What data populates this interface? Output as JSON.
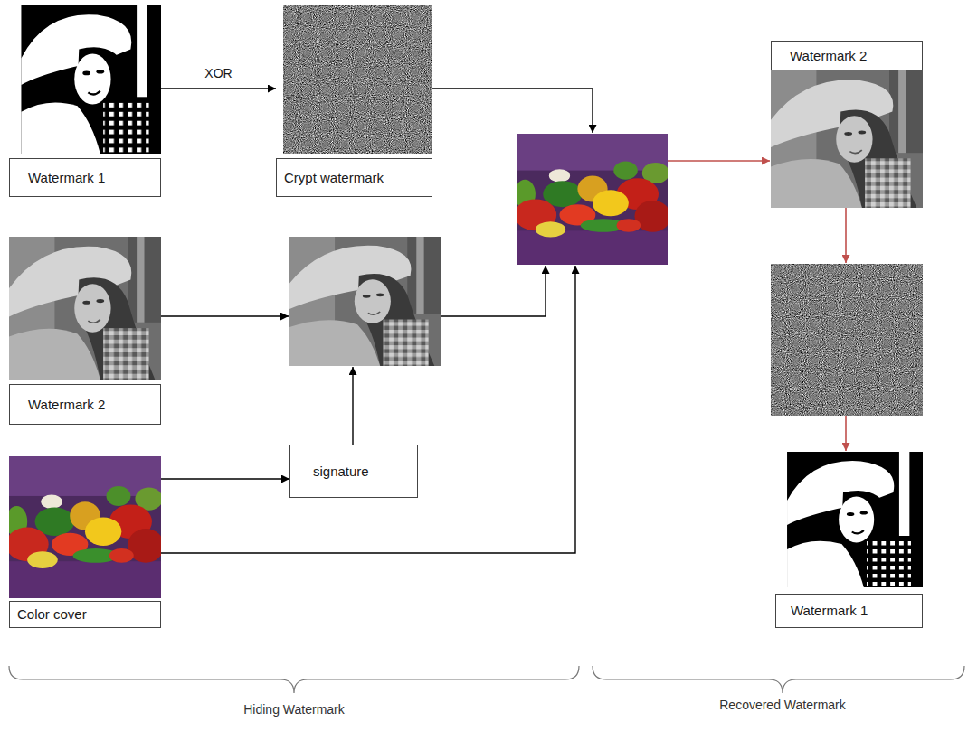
{
  "diagram": {
    "nodes": [
      {
        "text": [
          "Watermark 1"
        ]
      },
      {
        "text": [
          "Crypt watermark"
        ]
      },
      {
        "text": [
          "Watermark 2"
        ]
      },
      {
        "text": [
          "Watermark 2"
        ]
      },
      {
        "text": [
          "signature"
        ]
      },
      {
        "text": [
          "Color cover"
        ]
      },
      {
        "text": [
          "Watermark 1"
        ]
      }
    ],
    "edges": [
      {
        "from": 0,
        "to": 1,
        "arrow": "to",
        "label": "XOR"
      },
      {
        "from": 5,
        "to": 4,
        "arrow": "to"
      }
    ],
    "labels": [
      "Hiding Watermark",
      "Recovered Watermark"
    ]
  }
}
